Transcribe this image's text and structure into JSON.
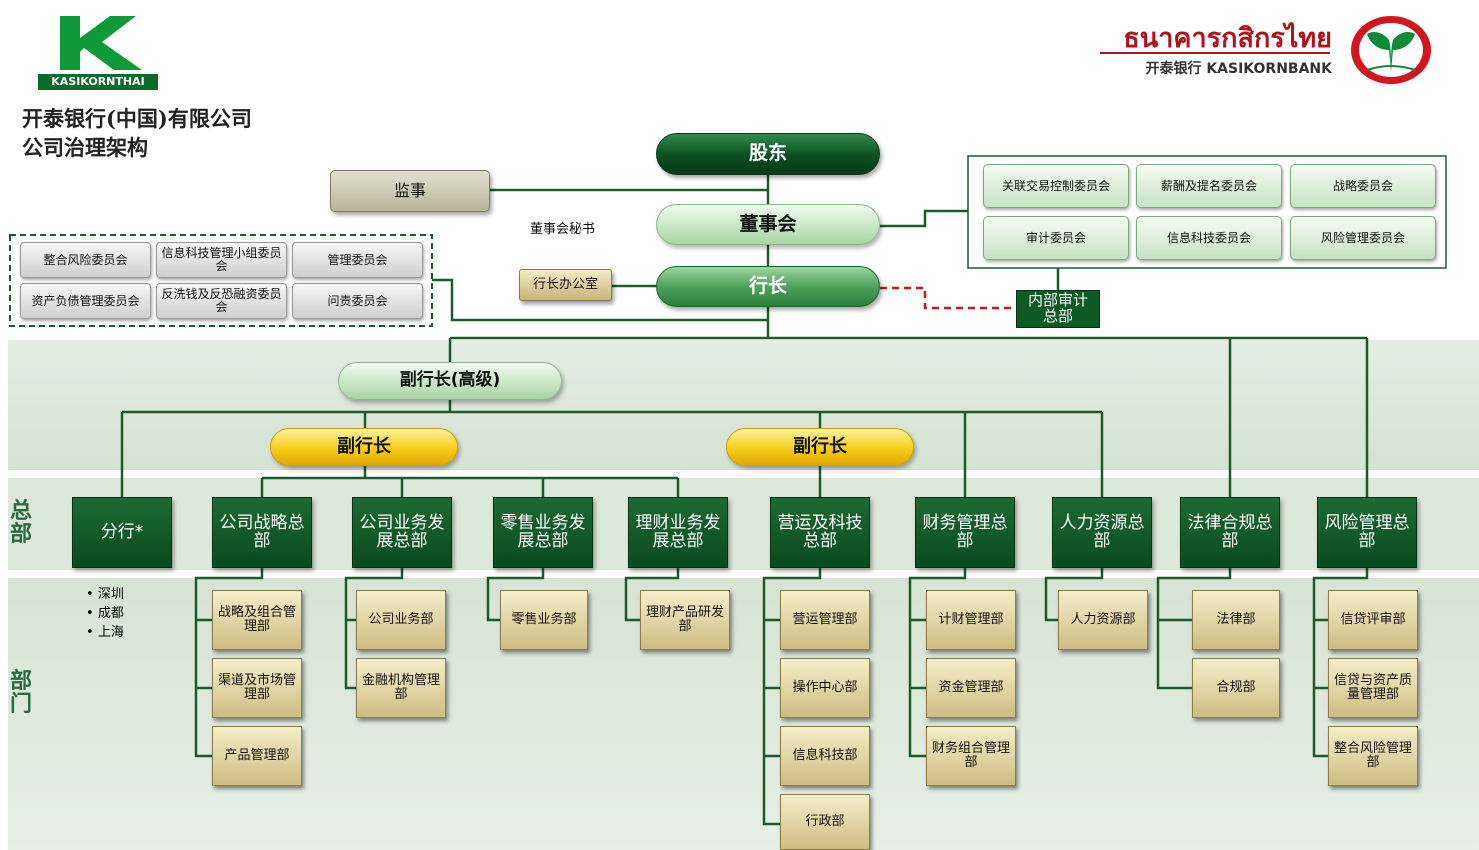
{
  "header": {
    "logo_text": "KASIKORNTHAI",
    "bank_name_thai": "ธนาคารกสิกรไทย",
    "bank_name_sub": "开泰银行 KASIKORNBANK",
    "title_line1": "开泰银行(中国)有限公司",
    "title_line2": "公司治理架构"
  },
  "governance": {
    "shareholders": "股东",
    "supervisor": "监事",
    "board": "董事会",
    "board_secretary": "董事会秘书",
    "president": "行长",
    "president_office": "行长办公室",
    "internal_audit": "内部审计总部"
  },
  "board_committees": [
    "关联交易控制委员会",
    "薪酬及提名委员会",
    "战略委员会",
    "审计委员会",
    "信息科技委员会",
    "风险管理委员会"
  ],
  "management_committees": [
    "整合风险委员会",
    "信息科技管理小组委员会",
    "管理委员会",
    "资产负债管理委员会",
    "反洗钱及反恐融资委员会",
    "问责委员会"
  ],
  "executives": {
    "senior_vp": "副行长(高级)",
    "vp_left": "副行长",
    "vp_right": "副行长"
  },
  "side_labels": {
    "hq": "总部",
    "dept": "部门"
  },
  "headquarters": [
    {
      "name": "分行*",
      "departments": []
    },
    {
      "name": "公司战略总部",
      "departments": [
        "战略及组合管理部",
        "渠道及市场管理部",
        "产品管理部"
      ]
    },
    {
      "name": "公司业务发展总部",
      "departments": [
        "公司业务部",
        "金融机构管理部"
      ]
    },
    {
      "name": "零售业务发展总部",
      "departments": [
        "零售业务部"
      ]
    },
    {
      "name": "理财业务发展总部",
      "departments": [
        "理财产品研发部"
      ]
    },
    {
      "name": "营运及科技总部",
      "departments": [
        "营运管理部",
        "操作中心部",
        "信息科技部",
        "行政部"
      ]
    },
    {
      "name": "财务管理总部",
      "departments": [
        "计财管理部",
        "资金管理部",
        "财务组合管理部"
      ]
    },
    {
      "name": "人力资源总部",
      "departments": [
        "人力资源部"
      ]
    },
    {
      "name": "法律合规总部",
      "departments": [
        "法律部",
        "合规部"
      ]
    },
    {
      "name": "风险管理总部",
      "departments": [
        "信贷评审部",
        "信贷与资产质量管理部",
        "整合风险管理部"
      ]
    }
  ],
  "branch_cities": [
    "深圳",
    "成都",
    "上海"
  ],
  "colors": {
    "dark_green": "#0b4f22",
    "light_green": "#c9e6c6",
    "gold": "#f7cc18",
    "tan": "#cdbd83",
    "line": "#1e5a2e",
    "audit_dash": "#c8191e"
  }
}
